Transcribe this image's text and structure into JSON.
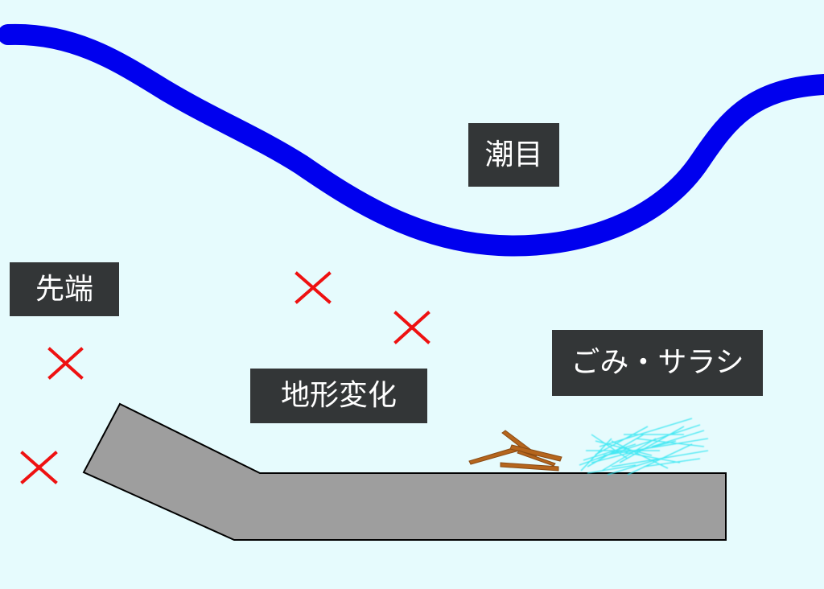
{
  "labels": {
    "current_line": "潮目",
    "tip": "先端",
    "terrain_change": "地形変化",
    "debris": "ごみ・サラシ"
  },
  "icons": {
    "current_line": "tide-line",
    "marker": "x-mark-icon",
    "pier": "breakwater",
    "debris": "driftwood-icon",
    "foam": "foam-icon"
  },
  "colors": {
    "background": "#e6fbfd",
    "current_line": "#0000ee",
    "marker": "#ee1111",
    "pier": "#9e9e9e",
    "label_bg": "#333637",
    "label_text": "#ffffff",
    "driftwood": "#b5651d",
    "foam": "#33e6f2"
  }
}
